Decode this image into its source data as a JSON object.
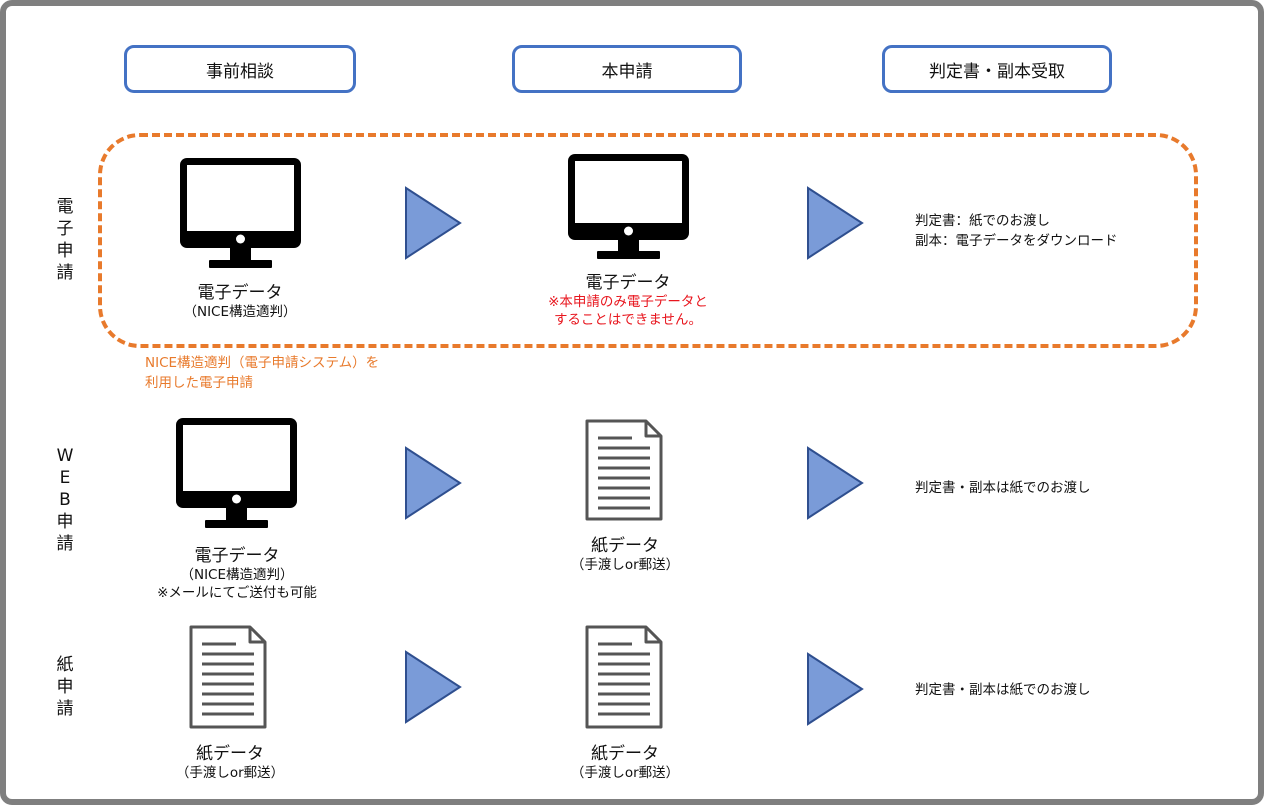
{
  "stages": [
    "事前相談",
    "本申請",
    "判定書・副本受取"
  ],
  "rows": [
    {
      "label": [
        "電",
        "子",
        "申",
        "請"
      ],
      "pre": {
        "title": "電子データ",
        "sub": "（NICE構造適判）"
      },
      "main": {
        "title": "電子データ",
        "warning_lines": [
          "※本申請のみ電子データと",
          "することはできません。"
        ]
      },
      "receive": [
        "判定書：紙でのお渡し",
        "副本：電子データをダウンロード"
      ],
      "group_note": [
        "NICE構造適判（電子申請システム）を",
        "利用した電子申請"
      ]
    },
    {
      "label": [
        "W",
        "E",
        "B",
        "申",
        "請"
      ],
      "pre": {
        "title": "電子データ",
        "sub": "（NICE構造適判）",
        "sub2": "※メールにてご送付も可能"
      },
      "main": {
        "title": "紙データ",
        "sub": "（手渡しor郵送）"
      },
      "receive": [
        "判定書・副本は紙でのお渡し"
      ]
    },
    {
      "label": [
        "紙",
        "申",
        "請"
      ],
      "pre": {
        "title": "紙データ",
        "sub": "（手渡しor郵送）"
      },
      "main": {
        "title": "紙データ",
        "sub": "（手渡しor郵送）"
      },
      "receive": [
        "判定書・副本は紙でのお渡し"
      ]
    }
  ],
  "colors": {
    "stage_border": "#4472c4",
    "arrow_fill": "#7a9bd8",
    "arrow_stroke": "#2f4f8f",
    "dashed_border": "#e87a2c",
    "warning_text": "#e8161e",
    "note_text": "#e87a2c",
    "frame": "#7f7f7f"
  },
  "icons": [
    "monitor-icon",
    "document-icon",
    "arrow-right-icon"
  ]
}
